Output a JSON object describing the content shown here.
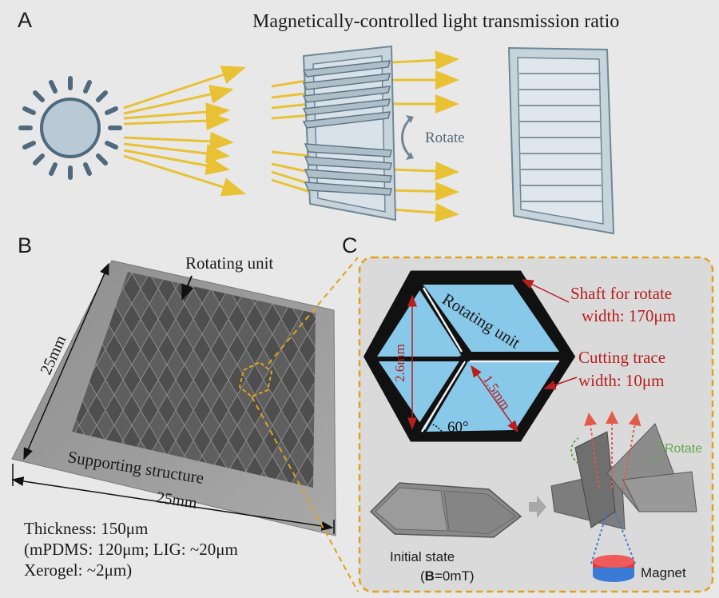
{
  "panels": {
    "a_letter": "A",
    "b_letter": "B",
    "c_letter": "C"
  },
  "panel_a": {
    "title": "Magnetically-controlled light transmission ratio",
    "rotate_label": "Rotate"
  },
  "panel_b": {
    "rotating_unit_label": "Rotating unit",
    "supporting_label": "Supporting structure",
    "side_dim_left": "25mm",
    "side_dim_bottom": "25mm",
    "thickness_lines": [
      "Thickness: 150μm",
      "(mPDMS: 120μm; LIG: ~20μm",
      "Xerogel: ~2μm)"
    ]
  },
  "panel_c": {
    "rotating_unit_label": "Rotating unit",
    "shaft_label_1": "Shaft for rotate",
    "shaft_label_2": "width: 170μm",
    "cutting_label_1": "Cutting trace",
    "cutting_label_2": "width: 10μm",
    "dim_vertical": "2.6mm",
    "dim_diag": "1.5mm",
    "angle": "60°",
    "initial_state_1": "Initial state",
    "initial_state_2_bold": "B",
    "initial_state_2_rest": "=0mT)",
    "initial_state_2_open": "(",
    "rotate_label": "Rotate",
    "magnet_label": "Magnet"
  },
  "colors": {
    "background": "#e8e8e8",
    "sun_fill": "#b9cad6",
    "sun_stroke": "#4f6a7e",
    "ray": "#e8c234",
    "louver": "#c7d4dc",
    "louver_stroke": "#6f8797",
    "dash_border": "#e0a21c",
    "hex_blue": "#88c8e8",
    "red_label": "#b81e1e",
    "green_rotate": "#6aa84f",
    "magnet_red": "#e23b3b",
    "magnet_blue": "#3b7bd8"
  }
}
